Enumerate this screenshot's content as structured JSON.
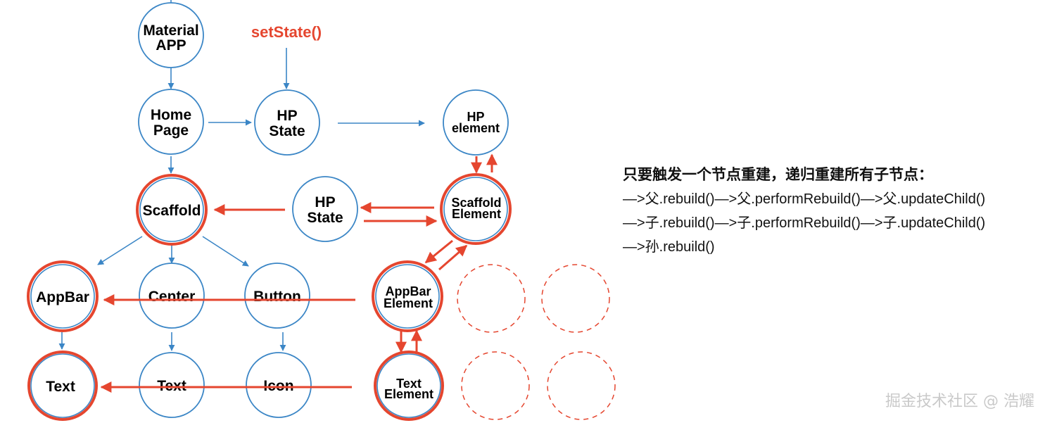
{
  "diagram": {
    "colors": {
      "widget": "#3b86c6",
      "highlight": "#e5462f",
      "text": "#000000",
      "dashed": "#e5462f"
    },
    "labels": {
      "material_app_line1": "Material",
      "material_app_line2": "APP",
      "set_state": "setState()",
      "home_page_line1": "Home",
      "home_page_line2": "Page",
      "hp_state_top_line1": "HP",
      "hp_state_top_line2": "State",
      "hp_element_line1": "HP",
      "hp_element_line2": "element",
      "scaffold": "Scaffold",
      "hp_state_mid_line1": "HP",
      "hp_state_mid_line2": "State",
      "scaffold_element_line1": "Scaffold",
      "scaffold_element_line2": "Element",
      "appbar": "AppBar",
      "center": "Center",
      "button": "Button",
      "appbar_element_line1": "AppBar",
      "appbar_element_line2": "Element",
      "text_left": "Text",
      "text_mid": "Text",
      "icon": "Icon",
      "text_element_line1": "Text",
      "text_element_line2": "Element"
    }
  },
  "notes": {
    "title": "只要触发一个节点重建，递归重建所有子节点：",
    "lines": [
      "—>父.rebuild()—>父.performRebuild()—>父.updateChild()",
      "—>子.rebuild()—>子.performRebuild()—>子.updateChild()",
      "—>孙.rebuild()"
    ]
  },
  "watermark": "掘金技术社区 @ 浩耀"
}
